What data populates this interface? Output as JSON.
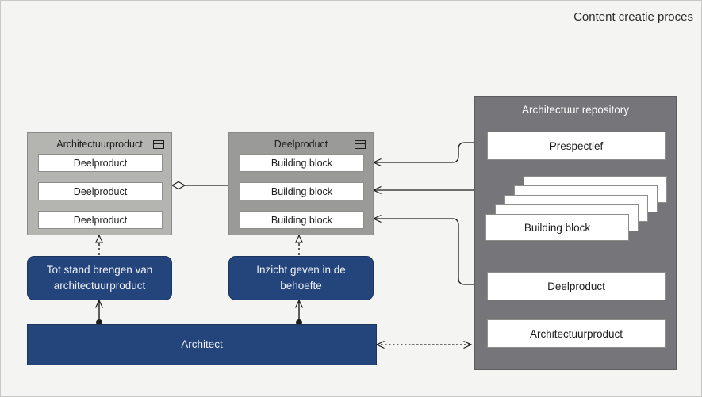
{
  "diagram": {
    "title": "Content creatie proces",
    "colors": {
      "background": "#f4f4f2",
      "group_light": "#b4b4b0",
      "group_medium": "#9a9a98",
      "group_dark": "#76767a",
      "blue": "#24447c",
      "item_fill": "#ffffff",
      "line": "#1d1d1d"
    }
  },
  "architectuurproduct_group": {
    "title": "Architectuurproduct",
    "icon": "grouping-icon",
    "items": [
      {
        "label": "Deelproduct"
      },
      {
        "label": "Deelproduct"
      },
      {
        "label": "Deelproduct"
      }
    ]
  },
  "deelproduct_group": {
    "title": "Deelproduct",
    "icon": "grouping-icon",
    "items": [
      {
        "label": "Building block"
      },
      {
        "label": "Building block"
      },
      {
        "label": "Building block"
      }
    ]
  },
  "repository_group": {
    "title": "Architectuur repository",
    "prespectief": {
      "label": "Prespectief"
    },
    "building_block_stack": [
      {
        "label": "Building block"
      },
      {
        "label": "Building block"
      },
      {
        "label": "Building block"
      },
      {
        "label": "Building block"
      },
      {
        "label": "Building block"
      }
    ],
    "deelproduct": {
      "label": "Deelproduct"
    },
    "architectuurproduct": {
      "label": "Architectuurproduct"
    }
  },
  "processes": [
    {
      "label": "Tot stand brengen van architectuurproduct"
    },
    {
      "label": "Inzicht geven in de behoefte"
    }
  ],
  "actor": {
    "label": "Architect"
  }
}
